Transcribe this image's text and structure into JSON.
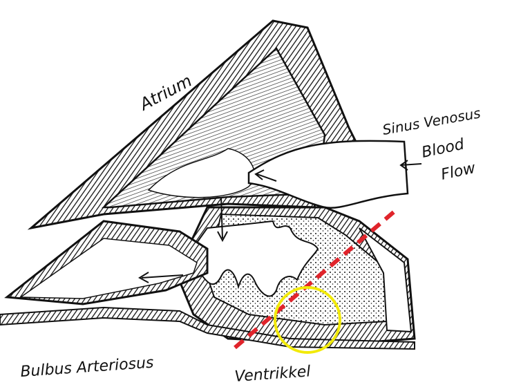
{
  "labels": {
    "atrium": "Atrium",
    "sinus_venosus": "Sinus Venosus",
    "blood_flow_line1": "Blood",
    "blood_flow_line2": "Flow",
    "bulbus_arteriosus": "Bulbus Arteriosus",
    "ventricle": "Ventrikkel"
  },
  "colors": {
    "ink": "#111111",
    "cut_line": "#e0242b",
    "highlight_circle": "#f2ea0a",
    "background": "#ffffff"
  },
  "icons": {
    "blood_flow_arrow": "arrow-left-icon",
    "flow_arrows": "arrow-icon"
  }
}
